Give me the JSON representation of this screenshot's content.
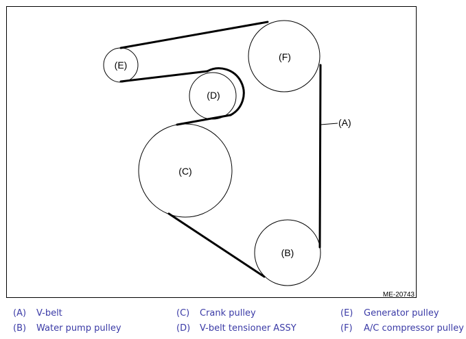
{
  "figure": {
    "figure_id": "ME-20743",
    "pulleys": [
      {
        "key": "A",
        "label": "(A)"
      },
      {
        "key": "B",
        "label": "(B)"
      },
      {
        "key": "C",
        "label": "(C)"
      },
      {
        "key": "D",
        "label": "(D)"
      },
      {
        "key": "E",
        "label": "(E)"
      },
      {
        "key": "F",
        "label": "(F)"
      }
    ],
    "colors": {
      "line": "#000000",
      "legend_text": "#3a3aa6"
    }
  },
  "legend": [
    {
      "key": "(A)",
      "text": "V-belt"
    },
    {
      "key": "(B)",
      "text": "Water pump pulley"
    },
    {
      "key": "(C)",
      "text": "Crank pulley"
    },
    {
      "key": "(D)",
      "text": "V-belt tensioner ASSY"
    },
    {
      "key": "(E)",
      "text": "Generator pulley"
    },
    {
      "key": "(F)",
      "text": "A/C compressor pulley"
    }
  ]
}
